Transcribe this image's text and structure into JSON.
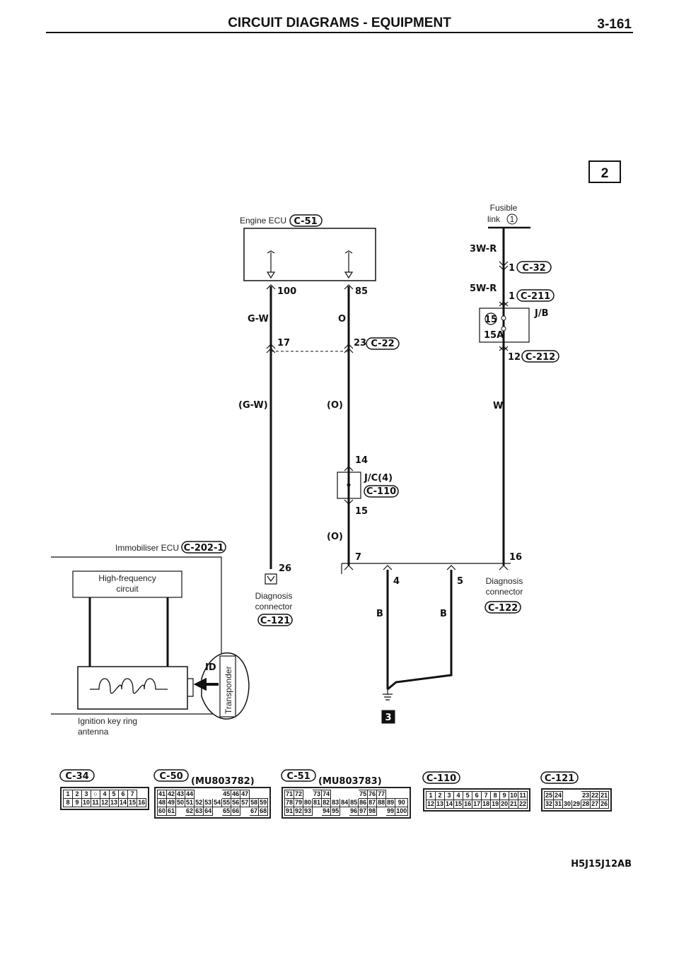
{
  "header": {
    "title": "CIRCUIT DIAGRAMS - EQUIPMENT",
    "page": "3-161"
  },
  "section_marker": "2",
  "ground_marker": "3",
  "engine_ecu": {
    "label": "Engine ECU",
    "connector": "C-51",
    "pins": [
      "100",
      "85"
    ]
  },
  "wires": {
    "gw": "G-W",
    "o": "O",
    "gw_p": "(G-W)",
    "o_p": "(O)",
    "o_p2": "(O)",
    "w3": "3W-R",
    "w5": "5W-R",
    "w": "W",
    "b1": "B",
    "b2": "B"
  },
  "pins": {
    "p17": "17",
    "p23": "23",
    "c22": "C-22",
    "p14": "14",
    "p15": "15",
    "jc": "J/C(4)",
    "c110": "C-110",
    "p7": "7",
    "p16": "16",
    "p4": "4",
    "p5": "5",
    "p26": "26",
    "p1a": "1",
    "c32": "C-32",
    "p1b": "1",
    "c211": "C-211",
    "jb": "J/B",
    "fuse": "15",
    "fuse_amp": "15A",
    "p12": "12",
    "c212": "C-212"
  },
  "fusible_link": {
    "l1": "Fusible",
    "l2": "link",
    "num": "1"
  },
  "diag_left": {
    "l1": "Diagnosis",
    "l2": "connector",
    "connector": "C-121"
  },
  "diag_right": {
    "l1": "Diagnosis",
    "l2": "connector",
    "connector": "C-122"
  },
  "immobiliser": {
    "label": "Immobiliser ECU",
    "connector": "C-202-1",
    "hf1": "High-frequency",
    "hf2": "circuit",
    "ant1": "Ignition key ring",
    "ant2": "antenna",
    "id": "ID",
    "transponder": "Transponder"
  },
  "connectors": [
    {
      "name": "C-34",
      "part": "",
      "rows": [
        [
          "1",
          "2",
          "3",
          "○",
          "4",
          "5",
          "6",
          "7"
        ],
        [
          "8",
          "9",
          "10",
          "11",
          "12",
          "13",
          "14",
          "15",
          "16"
        ]
      ]
    },
    {
      "name": "C-50",
      "part": "(MU803782)",
      "rows": [
        [
          "41",
          "42",
          "43",
          "44",
          "",
          "",
          "",
          "45",
          "46",
          "47"
        ],
        [
          "48",
          "49",
          "50",
          "51",
          "52",
          "53",
          "54",
          "55",
          "56",
          "57",
          "58",
          "59"
        ],
        [
          "60",
          "61",
          "",
          "62",
          "63",
          "64",
          "",
          "65",
          "66",
          "",
          "67",
          "68"
        ]
      ]
    },
    {
      "name": "C-51",
      "part": "(MU803783)",
      "rows": [
        [
          "71",
          "72",
          "",
          "73",
          "74",
          "",
          "",
          "",
          "75",
          "76",
          "77"
        ],
        [
          "78",
          "79",
          "80",
          "81",
          "82",
          "83",
          "84",
          "85",
          "86",
          "87",
          "88",
          "89",
          "90"
        ],
        [
          "91",
          "92",
          "93",
          "",
          "94",
          "95",
          "",
          "96",
          "97",
          "98",
          "",
          "99",
          "100"
        ]
      ]
    },
    {
      "name": "C-110",
      "part": "",
      "rows": [
        [
          "1",
          "2",
          "3",
          "4",
          "5",
          "6",
          "7",
          "8",
          "9",
          "10",
          "11"
        ],
        [
          "12",
          "13",
          "14",
          "15",
          "16",
          "17",
          "18",
          "19",
          "20",
          "21",
          "22"
        ]
      ]
    },
    {
      "name": "C-121",
      "part": "",
      "rows": [
        [
          "25",
          "24",
          "",
          "",
          "23",
          "22",
          "21"
        ],
        [
          "32",
          "31",
          "30",
          "29",
          "28",
          "27",
          "26"
        ]
      ]
    }
  ],
  "figure_code": "H5J15J12AB"
}
